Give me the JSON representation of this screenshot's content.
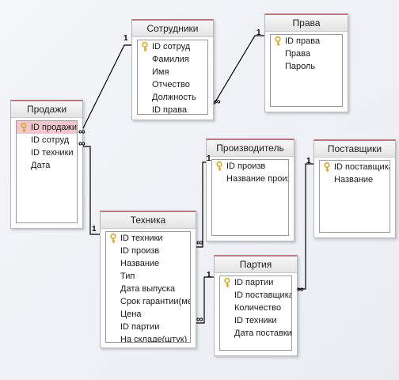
{
  "tables": {
    "sales": {
      "title": "Продажи",
      "fields": [
        {
          "label": "ID продажи",
          "key": true,
          "selected": true
        },
        {
          "label": "ID сотруд",
          "key": false
        },
        {
          "label": "ID техники",
          "key": false
        },
        {
          "label": "Дата",
          "key": false
        }
      ]
    },
    "employees": {
      "title": "Сотрудники",
      "fields": [
        {
          "label": "ID сотруд",
          "key": true
        },
        {
          "label": "Фамилия",
          "key": false
        },
        {
          "label": "Имя",
          "key": false
        },
        {
          "label": "Отчество",
          "key": false
        },
        {
          "label": "Должность",
          "key": false
        },
        {
          "label": "ID права",
          "key": false
        }
      ]
    },
    "rights": {
      "title": "Права",
      "fields": [
        {
          "label": "ID права",
          "key": true
        },
        {
          "label": "Права",
          "key": false
        },
        {
          "label": "Пароль",
          "key": false
        }
      ]
    },
    "manufacturer": {
      "title": "Производитель",
      "fields": [
        {
          "label": "ID произв",
          "key": true
        },
        {
          "label": "Название произв",
          "key": false
        }
      ]
    },
    "suppliers": {
      "title": "Поставщики",
      "fields": [
        {
          "label": "ID поставщика",
          "key": true
        },
        {
          "label": "Название",
          "key": false
        }
      ]
    },
    "equipment": {
      "title": "Техника",
      "fields": [
        {
          "label": "ID техники",
          "key": true
        },
        {
          "label": "ID произв",
          "key": false
        },
        {
          "label": "Название",
          "key": false
        },
        {
          "label": "Тип",
          "key": false
        },
        {
          "label": "Дата выпуска",
          "key": false
        },
        {
          "label": "Срок гарантии(мес)",
          "key": false
        },
        {
          "label": "Цена",
          "key": false
        },
        {
          "label": "ID партии",
          "key": false
        },
        {
          "label": "На складе(штук)",
          "key": false
        }
      ]
    },
    "batch": {
      "title": "Партия",
      "fields": [
        {
          "label": "ID партии",
          "key": true
        },
        {
          "label": "ID поставщика",
          "key": false
        },
        {
          "label": "Количество",
          "key": false
        },
        {
          "label": "ID техники",
          "key": false
        },
        {
          "label": "Дата поставки",
          "key": false
        }
      ]
    }
  },
  "relationships": [
    {
      "from": "employees.ID сотруд",
      "to": "sales.ID сотруд",
      "one": "1",
      "many": "∞"
    },
    {
      "from": "rights.ID права",
      "to": "employees.ID права",
      "one": "1",
      "many": "∞"
    },
    {
      "from": "equipment.ID техники",
      "to": "sales.ID техники",
      "one": "1",
      "many": "∞"
    },
    {
      "from": "manufacturer.ID произв",
      "to": "equipment.ID произв",
      "one": "1",
      "many": "∞"
    },
    {
      "from": "batch.ID партии",
      "to": "equipment.ID партии",
      "one": "1",
      "many": "∞"
    },
    {
      "from": "suppliers.ID поставщика",
      "to": "batch.ID поставщика",
      "one": "1",
      "many": "∞"
    }
  ],
  "colors": {
    "line": "#000000",
    "selected_row": "#f3c6cb",
    "table_top_border": "#b97a84",
    "key_icon": "#d4a62a"
  }
}
